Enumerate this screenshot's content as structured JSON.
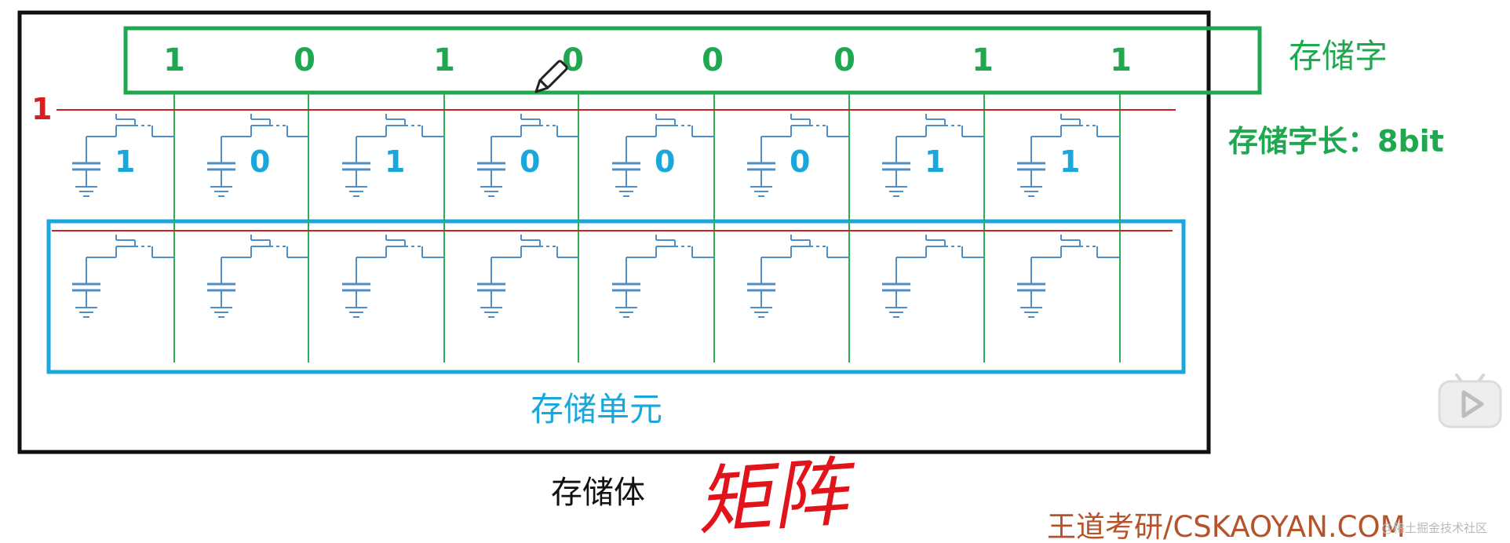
{
  "word_bits": [
    "1",
    "0",
    "1",
    "0",
    "0",
    "0",
    "1",
    "1"
  ],
  "row0_label": "1",
  "cell_bits": [
    "1",
    "0",
    "1",
    "0",
    "0",
    "0",
    "1",
    "1"
  ],
  "labels": {
    "storage_word": "存储字",
    "word_length": "存储字长：8bit",
    "storage_cell": "存储单元",
    "storage_body": "存储体",
    "handwritten_note": "矩阵",
    "brand": "王道考研/CSKAOYAN.COM",
    "watermark": "@稀土掘金技术社区"
  },
  "colors": {
    "frame": "#111111",
    "word_green": "#1fa84f",
    "bit_line_green": "#2fae55",
    "cell_blue": "#1aa7dc",
    "circuit_blue": "#4f8fc5",
    "word_line_red": "#d62020",
    "brand_brown": "#b5532a",
    "handwriting_red": "#e0141a"
  },
  "icons": {
    "cursor": "pen-cursor-icon",
    "player": "play-button-icon"
  }
}
